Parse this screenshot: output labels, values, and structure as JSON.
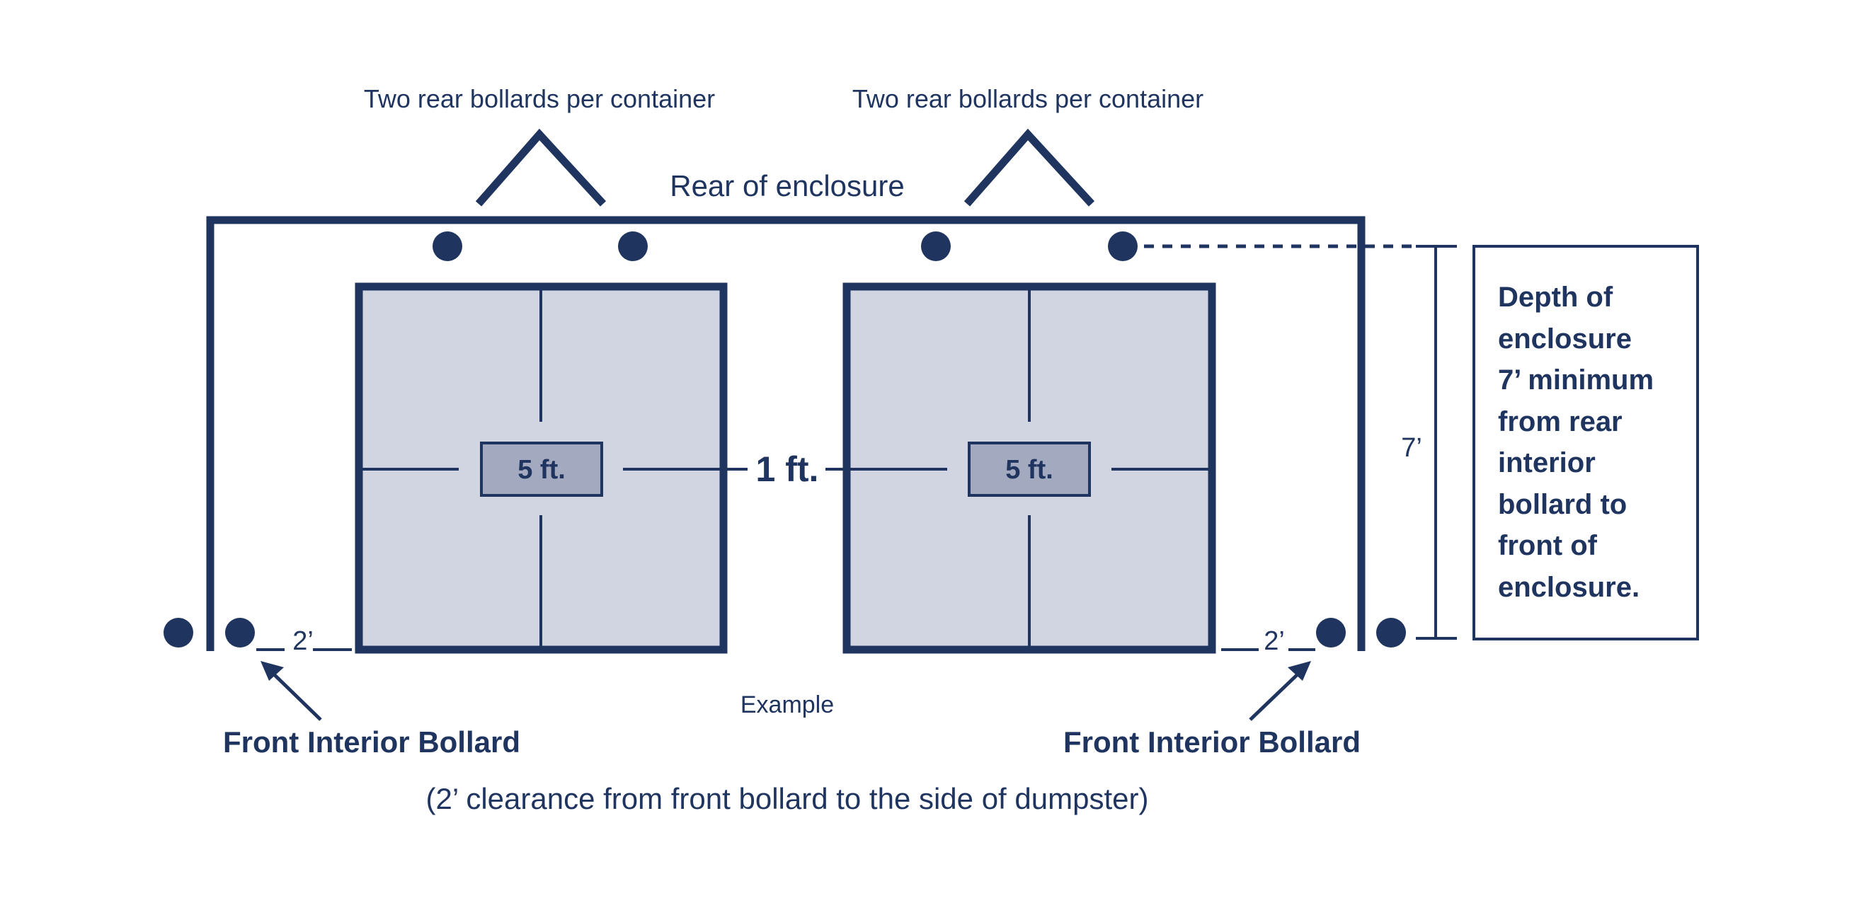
{
  "labels": {
    "rear_bollards_left": "Two rear bollards per container",
    "rear_bollards_right": "Two rear bollards per container",
    "rear_of_enclosure": "Rear of enclosure",
    "container_left_width": "5 ft.",
    "container_right_width": "5 ft.",
    "gap_between": "1 ft.",
    "clearance_left": "2’",
    "clearance_right": "2’",
    "depth_dimension": "7’",
    "example": "Example",
    "front_bollard_left": "Front Interior Bollard",
    "front_bollard_right": "Front Interior Bollard",
    "clearance_note": "(2’ clearance from front bollard to the side of dumpster)"
  },
  "callout": {
    "lines": [
      "Depth of",
      "enclosure",
      "7’ minimum",
      "from rear",
      "interior",
      "bollard to",
      "front of",
      "enclosure."
    ]
  },
  "colors": {
    "navy": "#1f3560",
    "container_fill": "#d0d5e1",
    "label_box_fill": "#a3a9bf"
  }
}
